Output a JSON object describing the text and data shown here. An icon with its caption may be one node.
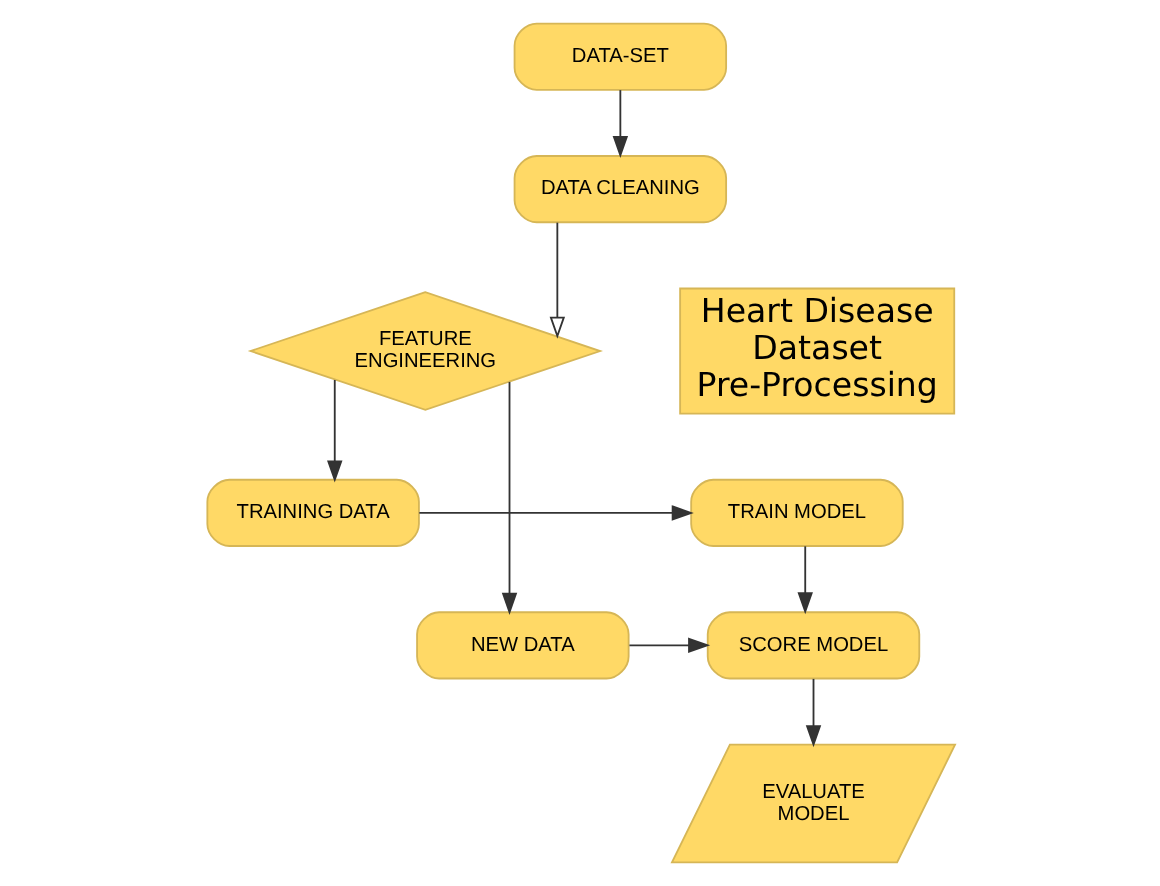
{
  "diagram": {
    "nodes": [
      {
        "text": [
          "DATA-SET"
        ]
      },
      {
        "text": [
          "DATA CLEANING"
        ]
      },
      {
        "text": [
          "FEATURE ENGINEERING"
        ]
      },
      {
        "text": [
          "TRAINING DATA"
        ]
      },
      {
        "text": [
          "TRAIN MODEL"
        ]
      },
      {
        "text": [
          "NEW DATA"
        ]
      },
      {
        "text": [
          "SCORE MODEL"
        ]
      },
      {
        "text": [
          "EVALUATE MODEL"
        ]
      },
      {
        "text": [
          "Heart Disease Dataset Pre-Processing"
        ]
      }
    ],
    "edges": [
      {
        "from": 0,
        "to": 1,
        "arrow": "to"
      },
      {
        "from": 1,
        "to": 2,
        "arrow": "to"
      },
      {
        "from": 2,
        "to": 3,
        "arrow": "to"
      },
      {
        "from": 2,
        "to": 5,
        "arrow": "to"
      },
      {
        "from": 3,
        "to": 4,
        "arrow": "to"
      },
      {
        "from": 5,
        "to": 6,
        "arrow": "to"
      },
      {
        "from": 4,
        "to": 6,
        "arrow": "to"
      },
      {
        "from": 6,
        "to": 7,
        "arrow": "to"
      }
    ]
  }
}
